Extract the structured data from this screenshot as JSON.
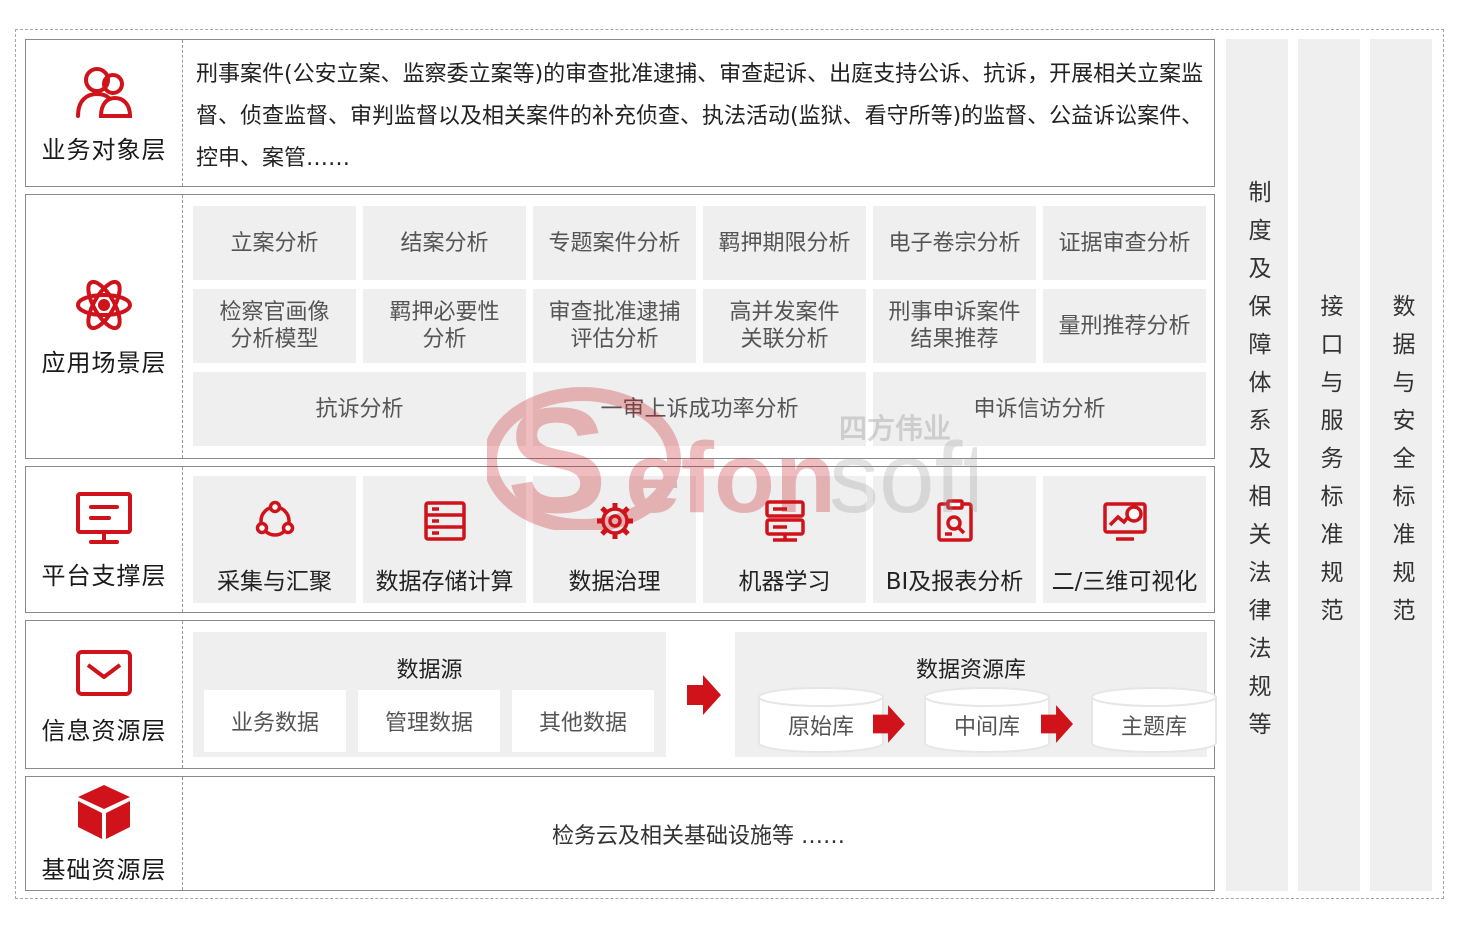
{
  "colors": {
    "accent": "#d0131b",
    "cell_bg": "#efefef",
    "border": "#8a8a8a"
  },
  "layers": {
    "business": {
      "title": "业务对象层",
      "icon": "users-icon",
      "description": "刑事案件(公安立案、监察委立案等)的审查批准逮捕、审查起诉、出庭支持公诉、抗诉，开展相关立案监督、侦查监督、审判监督以及相关案件的补充侦查、执法活动(监狱、看守所等)的监督、公益诉讼案件、控申、案管……"
    },
    "application": {
      "title": "应用场景层",
      "icon": "atom-icon",
      "items": [
        "立案分析",
        "结案分析",
        "专题案件分析",
        "羁押期限分析",
        "电子卷宗分析",
        "证据审查分析",
        "检察官画像\n分析模型",
        "羁押必要性\n分析",
        "审查批准逮捕\n评估分析",
        "高并发案件\n关联分析",
        "刑事申诉案件\n结果推荐",
        "量刑推荐分析",
        "抗诉分析",
        "一审上诉成功率分析",
        "申诉信访分析"
      ]
    },
    "platform": {
      "title": "平台支撑层",
      "icon": "monitor-icon",
      "items": [
        {
          "label": "采集与汇聚",
          "icon": "network-icon"
        },
        {
          "label": "数据存储计算",
          "icon": "storage-icon"
        },
        {
          "label": "数据治理",
          "icon": "gear-icon"
        },
        {
          "label": "机器学习",
          "icon": "server-icon"
        },
        {
          "label": "BI及报表分析",
          "icon": "report-icon"
        },
        {
          "label": "二/三维可视化",
          "icon": "chart-icon"
        }
      ]
    },
    "information": {
      "title": "信息资源层",
      "icon": "mail-icon",
      "source_title": "数据源",
      "sources": [
        "业务数据",
        "管理数据",
        "其他数据"
      ],
      "repo_title": "数据资源库",
      "repos": [
        "原始库",
        "中间库",
        "主题库"
      ]
    },
    "infrastructure": {
      "title": "基础资源层",
      "icon": "cube-icon",
      "content": "检务云及相关基础设施等 ……"
    }
  },
  "side_columns": [
    "制度及保障体系及相关法律法规等",
    "接口与服务标准规范",
    "数据与安全标准规范"
  ],
  "watermark": {
    "brand": "Sefonsoft",
    "cn": "四方伟业"
  }
}
